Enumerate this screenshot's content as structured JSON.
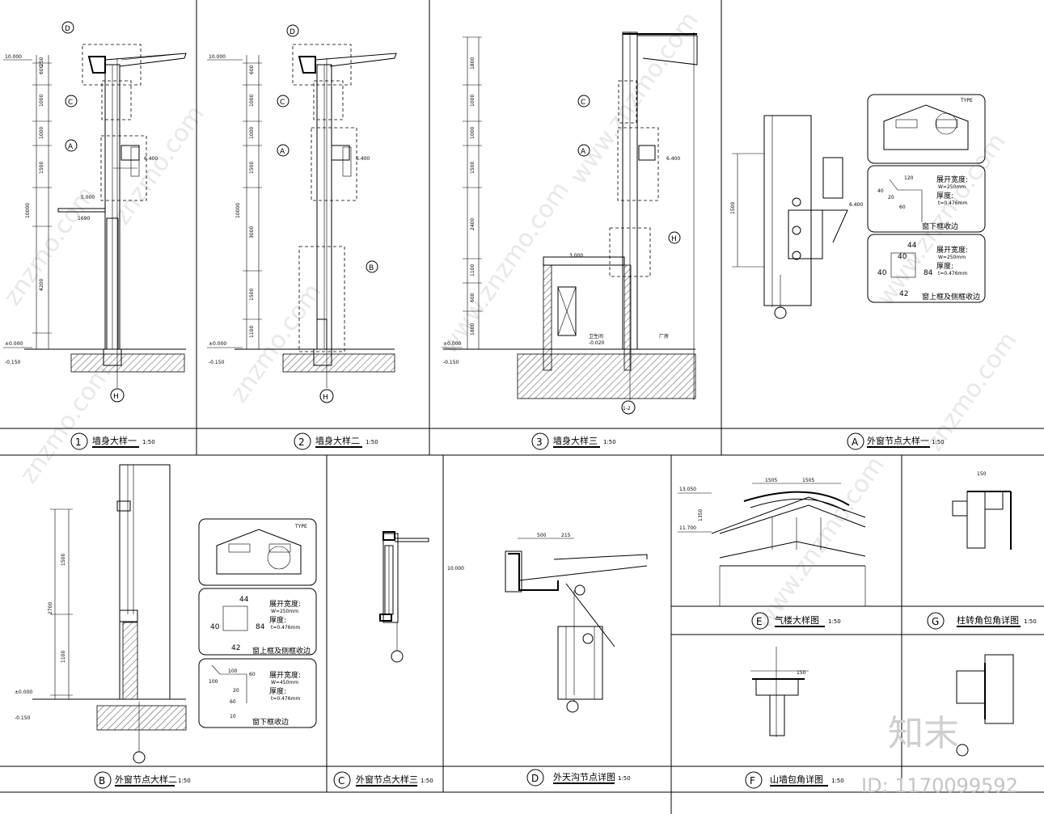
{
  "panels": {
    "p1": {
      "num": "1",
      "title": "墙身大样一",
      "scale": "1:50"
    },
    "p2": {
      "num": "2",
      "title": "墙身大样二",
      "scale": "1:50"
    },
    "p3": {
      "num": "3",
      "title": "墙身大样三",
      "scale": "1:50"
    },
    "pA": {
      "num": "A",
      "title": "外窗节点大样一",
      "scale": "1:50"
    },
    "pB": {
      "num": "B",
      "title": "外窗节点大样二",
      "scale": "1:50"
    },
    "pC": {
      "num": "C",
      "title": "外窗节点大样三",
      "scale": "1:50"
    },
    "pD": {
      "num": "D",
      "title": "外天沟节点详图",
      "scale": "1:50"
    },
    "pE": {
      "num": "E",
      "title": "气楼大样图",
      "scale": "1:50"
    },
    "pF": {
      "num": "F",
      "title": "山墙包角详图",
      "scale": "1:50"
    },
    "pG": {
      "num": "G",
      "title": "柱转角包角详图",
      "scale": "1:50"
    }
  },
  "levels": {
    "l10000": "10.000",
    "l6400": "6.400",
    "l5000": "5.000",
    "l3000": "3.000",
    "l0": "±0.000",
    "lm150": "-0.150",
    "lm020": "-0.020",
    "l13050": "13.050",
    "l11700": "11.700"
  },
  "dims": {
    "d250": "250",
    "d600": "600",
    "d1000": "1000",
    "d1500": "1500",
    "d10000": "10000",
    "d4200": "4200",
    "d3000": "3000",
    "d1100": "1100",
    "d150": "150",
    "d2400": "2400",
    "d1800": "1800",
    "d2700": "2700",
    "d1690": "1690",
    "d500": "500",
    "d215": "215",
    "d1505": "1505",
    "d1350": "1350"
  },
  "callouts": {
    "D": "D",
    "C": "C",
    "A": "A",
    "B": "B",
    "H": "H"
  },
  "axis": {
    "a1": "H",
    "a2": "H",
    "a3": "1-2"
  },
  "room": {
    "room_label": "卫生间",
    "hall_label": "厂房"
  },
  "cards": {
    "type_label": "TYPE",
    "expand_label": "展开宽度:",
    "w250": "W=250mm",
    "w450": "W=450mm",
    "thick_label": "厚度:",
    "t476": "t=0.476mm",
    "lower_frame": "窗下框收边",
    "upper_frame": "窗上框及侧框收边",
    "n120": "120",
    "n40": "40",
    "n20": "20",
    "n60": "60",
    "n44": "44",
    "n84": "84",
    "n42": "42",
    "n100": "100",
    "n10": "10"
  },
  "watermark": {
    "site": "znzmo.com",
    "site2": "www.znzmo.com",
    "brand": "知末",
    "id_text": "ID: 1170099592"
  }
}
